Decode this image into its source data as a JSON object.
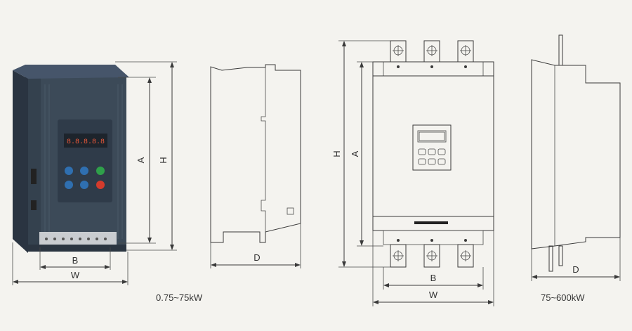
{
  "small_unit": {
    "caption": "0.75~75kW",
    "front_dims": {
      "height_inner": "A",
      "height_outer": "H",
      "width_inner": "B",
      "width_outer": "W"
    },
    "side_dims": {
      "depth": "D"
    }
  },
  "large_unit": {
    "caption": "75~600kW",
    "front_dims": {
      "height_outer": "H",
      "height_inner": "A",
      "width_inner": "B",
      "width_outer": "W"
    },
    "side_dims": {
      "depth": "D"
    }
  },
  "colors": {
    "device_body": "#3c4a58",
    "line": "#3a3a3a",
    "keypad_green": "#2fa04a",
    "keypad_red": "#d43b2c",
    "keypad_blue": "#2f6fb0"
  }
}
